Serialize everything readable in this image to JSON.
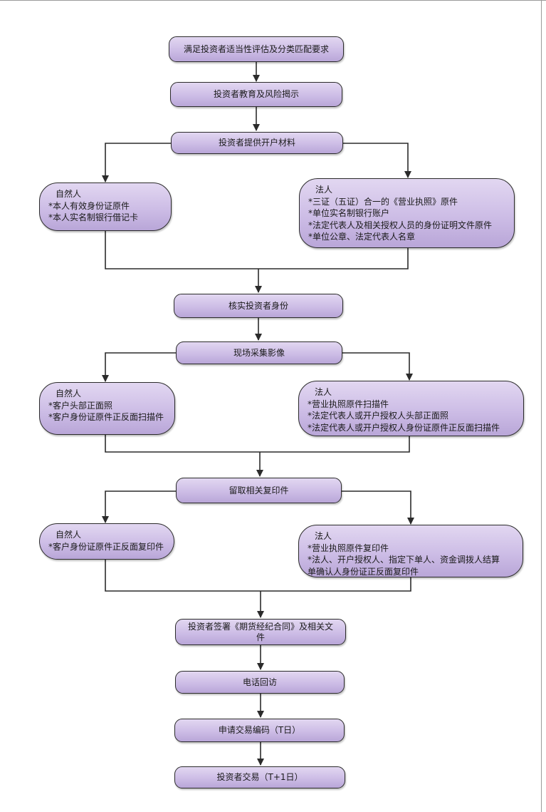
{
  "flowchart": {
    "steps": {
      "suitability": "满足投资者适当性评估及分类匹配要求",
      "education": "投资者教育及风险揭示",
      "provide_materials": "投资者提供开户材料",
      "verify_identity": "核实投资者身份",
      "collect_images": "现场采集影像",
      "keep_copies": "留取相关复印件",
      "sign_contract": "投资者签署《期货经纪合同》及相关文件",
      "phone_visit": "电话回访",
      "apply_code": "申请交易编码（T日）",
      "trade": "投资者交易（T+1日）"
    },
    "branches": {
      "materials_natural": {
        "title": "自然人",
        "items": [
          "*本人有效身份证原件",
          "*本人实名制银行借记卡"
        ]
      },
      "materials_legal": {
        "title": "法人",
        "items": [
          "*三证（五证）合一的《营业执照》原件",
          "*单位实名制银行账户",
          "*法定代表人及相关授权人员的身份证明文件原件",
          "*单位公章、法定代表人名章"
        ]
      },
      "images_natural": {
        "title": "自然人",
        "items": [
          "*客户头部正面照",
          "*客户身份证原件正反面扫描件"
        ]
      },
      "images_legal": {
        "title": "法人",
        "items": [
          "*营业执照原件扫描件",
          "*法定代表人或开户授权人头部正面照",
          "*法定代表人或开户授权人身份证原件正反面扫描件"
        ]
      },
      "copies_natural": {
        "title": "自然人",
        "items": [
          "*客户身份证原件正反面复印件"
        ]
      },
      "copies_legal": {
        "title": "法人",
        "items": [
          "*营业执照原件复印件",
          "*法人、开户授权人、指定下单人、资金调拨人结算",
          "单确认人身份证正反面复印件"
        ]
      }
    }
  }
}
